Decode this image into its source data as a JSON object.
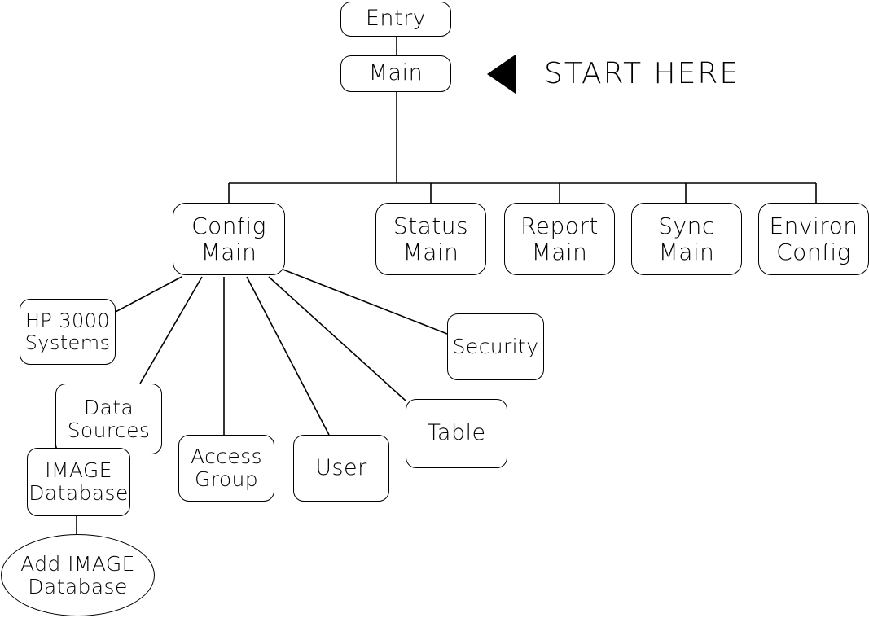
{
  "diagram": {
    "callout": {
      "text": "START HERE"
    },
    "nodes": {
      "entry": {
        "line1": "Entry"
      },
      "main": {
        "line1": "Main"
      },
      "config_main": {
        "line1": "Config",
        "line2": "Main"
      },
      "status_main": {
        "line1": "Status",
        "line2": "Main"
      },
      "report_main": {
        "line1": "Report",
        "line2": "Main"
      },
      "sync_main": {
        "line1": "Sync",
        "line2": "Main"
      },
      "environ_config": {
        "line1": "Environ",
        "line2": "Config"
      },
      "hp3000_systems": {
        "line1": "HP 3000",
        "line2": "Systems"
      },
      "data_sources": {
        "line1": "Data",
        "line2": "Sources"
      },
      "image_database": {
        "line1": "IMAGE",
        "line2": "Database"
      },
      "add_image_database": {
        "line1": "Add IMAGE",
        "line2": "Database"
      },
      "access_group": {
        "line1": "Access",
        "line2": "Group"
      },
      "user": {
        "line1": "User"
      },
      "table": {
        "line1": "Table"
      },
      "security": {
        "line1": "Security"
      }
    }
  }
}
